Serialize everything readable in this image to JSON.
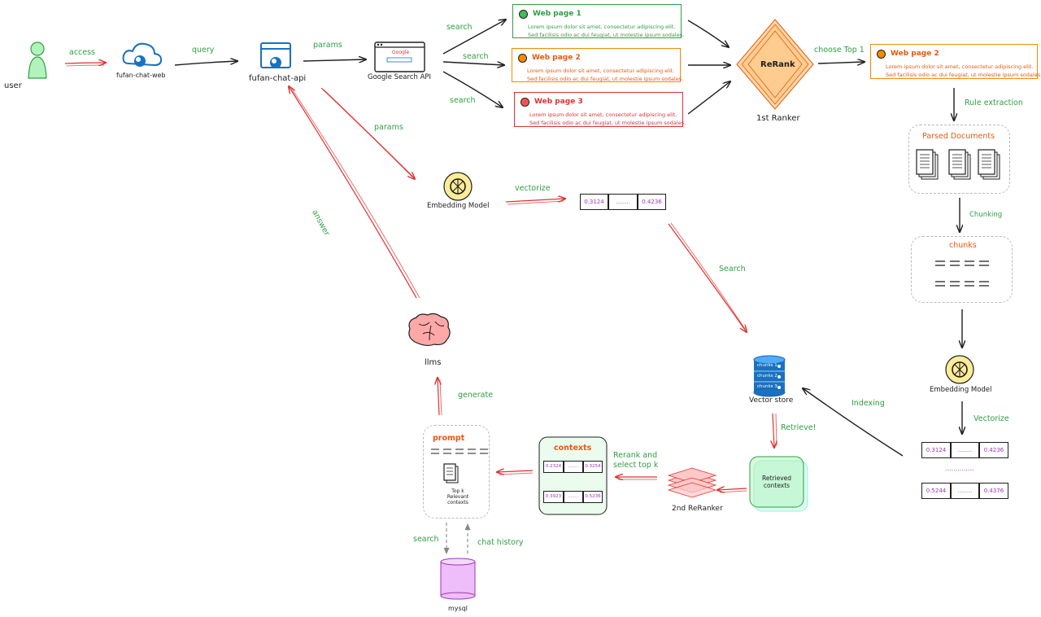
{
  "nodes": {
    "user": "user",
    "web": "fufan-chat-web",
    "api": "fufan-chat-api",
    "google": "Google Search API",
    "google_logo": "Google",
    "embedding1": "Embedding Model",
    "embedding2": "Embedding Model",
    "rerank": "ReRank",
    "ranker1": "1st Ranker",
    "parsed_docs": "Parsed Documents",
    "chunks": "chunks",
    "vector_store": "Vector store",
    "retrieved": "Retrieved contexts",
    "reranker2": "2nd ReRanker",
    "contexts": "contexts",
    "prompt": "prompt",
    "prompt_note": "Top k Relevant contexts",
    "llms": "llms",
    "mysql": "mysql"
  },
  "edges": {
    "access": "access",
    "query": "query",
    "params1": "params",
    "params2": "params",
    "search1": "search",
    "search2": "search",
    "search3": "search",
    "choose": "choose Top 1",
    "rule": "Rule extraction",
    "chunking": "Chunking",
    "vectorize1": "vectorize",
    "vectorize2": "Vectorize",
    "search_vec": "Search",
    "indexing": "Indexing",
    "retrieve": "Retrieve!",
    "rerank_sel": "Rerank and select top k",
    "generate": "generate",
    "answer": "answer",
    "search_db": "search",
    "chat_history": "chat history"
  },
  "web_pages": [
    {
      "title": "Web page 1",
      "line1": "Lorem ipsum dolor sit amet, consectetur adipiscing elit.",
      "line2": "Sed facilisis odio ac dui feugiat, ut molestie ipsum sodales.",
      "color": "#2f9e44"
    },
    {
      "title": "Web page 2",
      "line1": "Lorem ipsum dolor sit amet, consectetur adipiscing elit.",
      "line2": "Sed facilisis odio ac dui feugiat, ut molestie ipsum sodales.",
      "color": "#f08c00"
    },
    {
      "title": "Web page 3",
      "line1": "Lorem ipsum dolor sit amet, consectetur adipiscing elit.",
      "line2": "Sed facilisis odio ac dui feugiat, ut molestie ipsum sodales.",
      "color": "#e03131"
    }
  ],
  "selected_page": {
    "title": "Web page 2",
    "line1": "Lorem ipsum dolor sit amet, consectetur adipiscing elit.",
    "line2": "Sed facilisis odio ac dui feugiat, ut molestie ipsum sodales.",
    "color": "#f08c00"
  },
  "vectors": {
    "query_vec": [
      "0.3124",
      "........",
      "0.4236"
    ],
    "doc_vec1": [
      "0.3124",
      "........",
      "0.4236"
    ],
    "doc_vec_sep": "..............",
    "doc_vec2": [
      "0.5244",
      "........",
      "0.4376"
    ],
    "ctx_vec1": [
      "0.2324",
      "........",
      "0.3254"
    ],
    "ctx_vec2": [
      "0.3923",
      "........",
      "0.5236"
    ]
  },
  "chunk_labels": [
    "chunks 1",
    "chunks 2",
    "chunks 3"
  ],
  "colors": {
    "red_arrow": "#e03131",
    "black_arrow": "#1e1e1e",
    "green_text": "#2f9e44",
    "orange_text": "#e8590c",
    "purple_value": "#9c36b5"
  }
}
